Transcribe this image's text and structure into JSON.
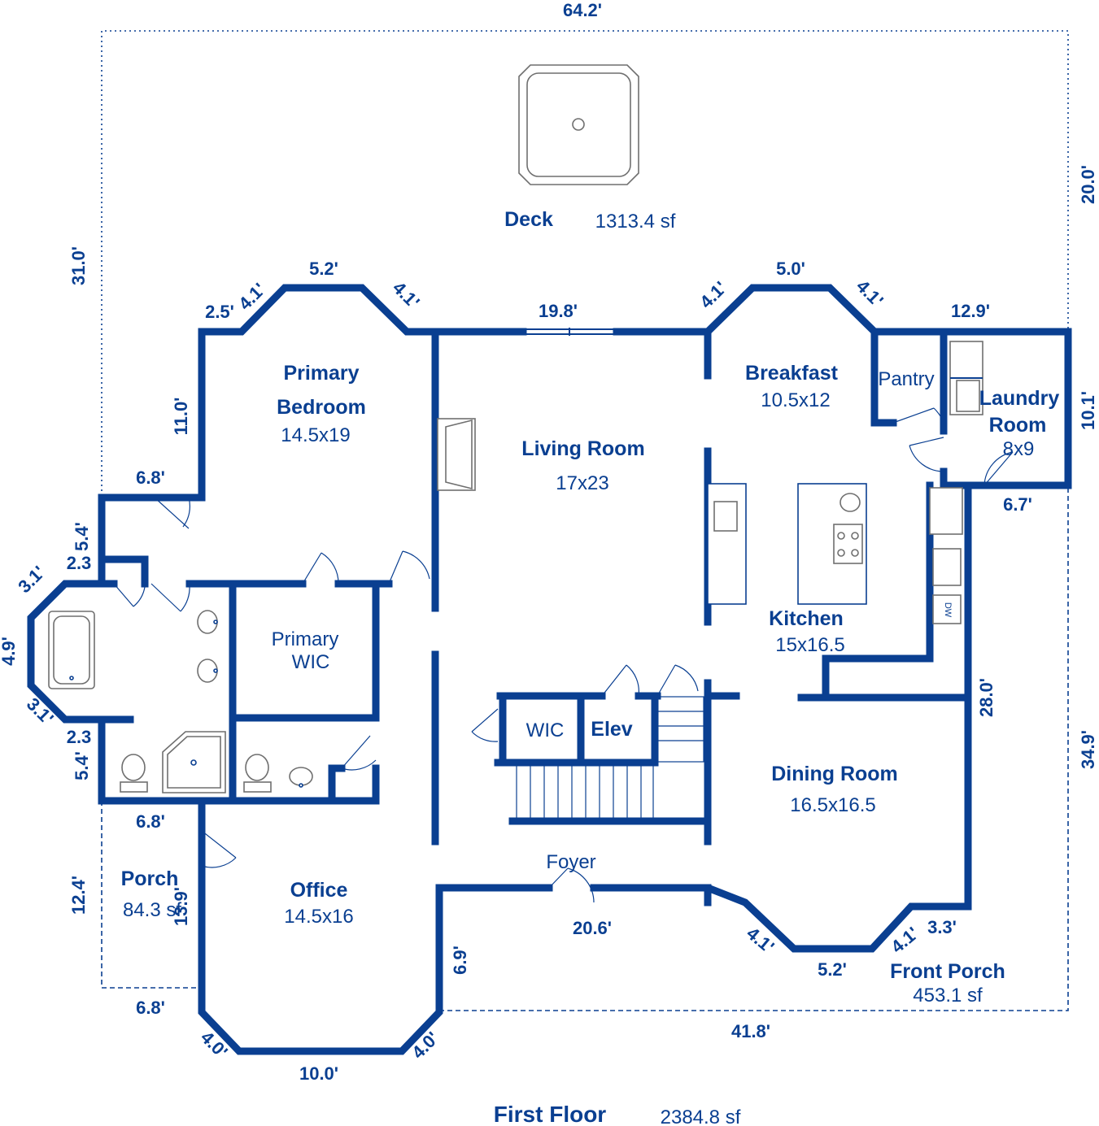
{
  "plan": {
    "title": "First Floor",
    "total_area": "2384.8 sf"
  },
  "rooms": {
    "deck": {
      "label": "Deck",
      "area": "1313.4 sf"
    },
    "primary_bedroom": {
      "label_line1": "Primary",
      "label_line2": "Bedroom",
      "size": "14.5x19"
    },
    "living_room": {
      "label": "Living Room",
      "size": "17x23"
    },
    "breakfast": {
      "label": "Breakfast",
      "size": "10.5x12"
    },
    "pantry": {
      "label": "Pantry"
    },
    "laundry": {
      "label_line1": "Laundry",
      "label_line2": "Room",
      "size": "8x9"
    },
    "kitchen": {
      "label": "Kitchen",
      "size": "15x16.5"
    },
    "primary_wic": {
      "label_line1": "Primary",
      "label_line2": "WIC"
    },
    "wic": {
      "label": "WIC"
    },
    "elev": {
      "label": "Elev"
    },
    "dining_room": {
      "label": "Dining Room",
      "size": "16.5x16.5"
    },
    "foyer": {
      "label": "Foyer"
    },
    "office": {
      "label": "Office",
      "size": "14.5x16"
    },
    "porch": {
      "label": "Porch",
      "area": "84.3 sf"
    },
    "front_porch": {
      "label": "Front Porch",
      "area": "453.1 sf"
    }
  },
  "fixtures": {
    "dishwasher": "DW"
  },
  "dimensions": {
    "overall_width": "64.2'",
    "deck_depth": "20.0'",
    "left_overall": "31.0'",
    "bed_bay_left_angle": "4.1'",
    "bed_bay_top": "5.2'",
    "bed_bay_right_angle": "4.1'",
    "bed_bay_left_stub": "2.5'",
    "bed_left_wall": "11.0'",
    "living_top": "19.8'",
    "bf_bay_left_angle": "4.1'",
    "bf_bay_top": "5.0'",
    "bf_bay_right_angle": "4.1'",
    "laundry_top": "12.9'",
    "laundry_right": "10.1'",
    "laundry_bottom": "6.7'",
    "bath_step_top": "6.8'",
    "bath_left_upper": "5.4'",
    "bath_stub_upper": "2.3",
    "bath_angle_upper": "3.1'",
    "bath_left": "4.9'",
    "bath_angle_lower": "3.1'",
    "bath_stub_lower": "2.3",
    "bath_left_lower": "5.4'",
    "bath_bottom": "6.8'",
    "kitchen_right": "28.0'",
    "right_overall": "34.9'",
    "porch_left": "12.4'",
    "porch_right": "13.9'",
    "porch_bottom": "6.8'",
    "office_right": "6.9'",
    "office_angle_left": "4.0'",
    "office_bottom": "10.0'",
    "office_angle_right": "4.0'",
    "front_wall": "20.6'",
    "front_angle_left": "4.1'",
    "front_bay": "5.2'",
    "front_angle_right": "4.1'",
    "front_stub": "3.3'",
    "front_porch_width": "41.8'"
  }
}
